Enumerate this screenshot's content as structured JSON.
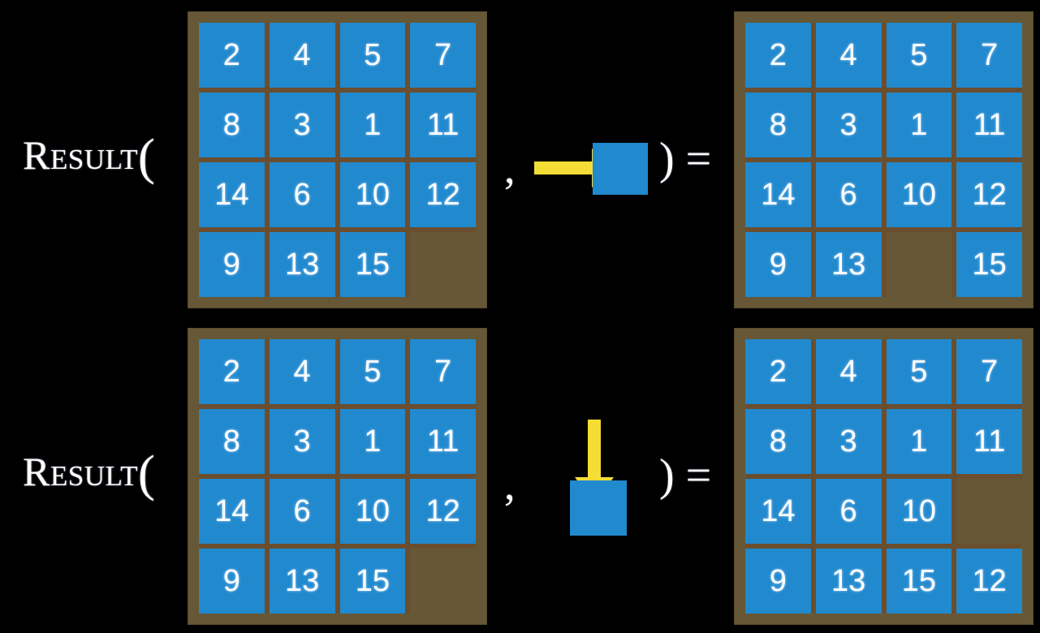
{
  "page": {
    "background_color": "#000000",
    "title": "Result function on 15-puzzle states"
  },
  "colors": {
    "tile": "#2189ce",
    "board_inner": "#665836",
    "board_gap": "#6b4e2e",
    "arrow": "#f6dc36",
    "text": "#ffffff"
  },
  "equations": [
    {
      "id": "equation-row-1",
      "label": "Result",
      "open_paren": "(",
      "comma": ",",
      "close_paren": ")",
      "equals": "=",
      "action": {
        "direction": "right",
        "arrow_icon": "arrow-right-icon",
        "tile_label": ""
      },
      "state_before": {
        "rows": [
          [
            "2",
            "4",
            "5",
            "7"
          ],
          [
            "8",
            "3",
            "1",
            "11"
          ],
          [
            "14",
            "6",
            "10",
            "12"
          ],
          [
            "9",
            "13",
            "15",
            ""
          ]
        ]
      },
      "state_after": {
        "rows": [
          [
            "2",
            "4",
            "5",
            "7"
          ],
          [
            "8",
            "3",
            "1",
            "11"
          ],
          [
            "14",
            "6",
            "10",
            "12"
          ],
          [
            "9",
            "13",
            "",
            "15"
          ]
        ]
      }
    },
    {
      "id": "equation-row-2",
      "label": "Result",
      "open_paren": "(",
      "comma": ",",
      "close_paren": ")",
      "equals": "=",
      "action": {
        "direction": "down",
        "arrow_icon": "arrow-down-icon",
        "tile_label": ""
      },
      "state_before": {
        "rows": [
          [
            "2",
            "4",
            "5",
            "7"
          ],
          [
            "8",
            "3",
            "1",
            "11"
          ],
          [
            "14",
            "6",
            "10",
            "12"
          ],
          [
            "9",
            "13",
            "15",
            ""
          ]
        ]
      },
      "state_after": {
        "rows": [
          [
            "2",
            "4",
            "5",
            "7"
          ],
          [
            "8",
            "3",
            "1",
            "11"
          ],
          [
            "14",
            "6",
            "10",
            ""
          ],
          [
            "9",
            "13",
            "15",
            "12"
          ]
        ]
      }
    }
  ]
}
